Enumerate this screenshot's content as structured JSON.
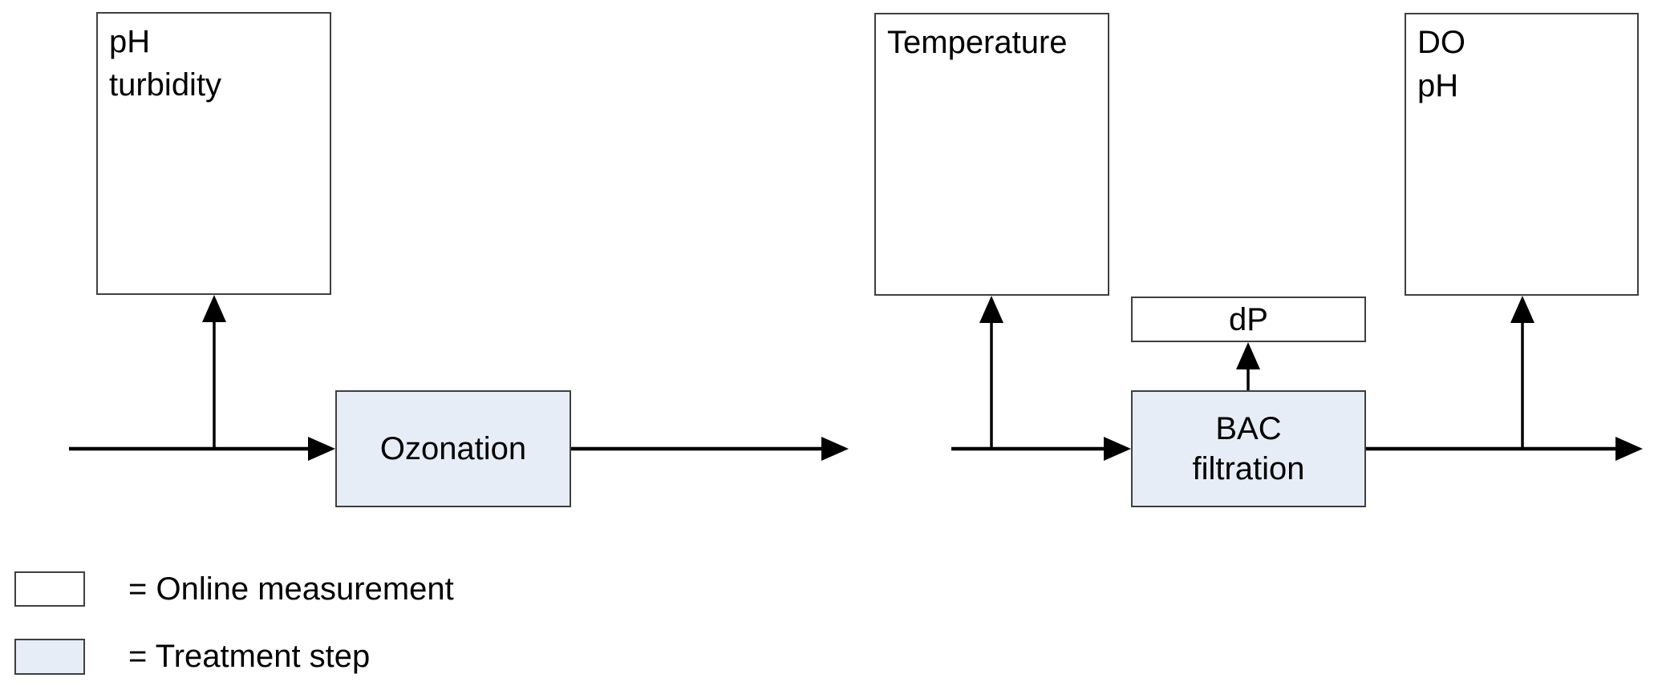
{
  "colors": {
    "treatment-fill": "#E7EDF6",
    "measurement-fill": "#FFFFFF",
    "box-border": "#3F3F3F",
    "line-color": "#000000",
    "text-color": "#000000",
    "background": "#FFFFFF"
  },
  "measurement_boxes": [
    {
      "id": "ph-turbidity",
      "lines": [
        "pH",
        "turbidity"
      ]
    },
    {
      "id": "temperature",
      "lines": [
        "Temperature"
      ]
    },
    {
      "id": "dp",
      "lines": [
        "dP"
      ]
    },
    {
      "id": "do-ph",
      "lines": [
        "DO",
        "pH"
      ]
    }
  ],
  "treatment_boxes": [
    {
      "id": "ozonation",
      "lines": [
        "Ozonation"
      ]
    },
    {
      "id": "bac-filtration",
      "lines": [
        "BAC",
        "filtration"
      ]
    }
  ],
  "legend": {
    "items": [
      {
        "swatch": "measurement",
        "label": "= Online measurement"
      },
      {
        "swatch": "treatment",
        "label": "= Treatment step"
      }
    ]
  }
}
